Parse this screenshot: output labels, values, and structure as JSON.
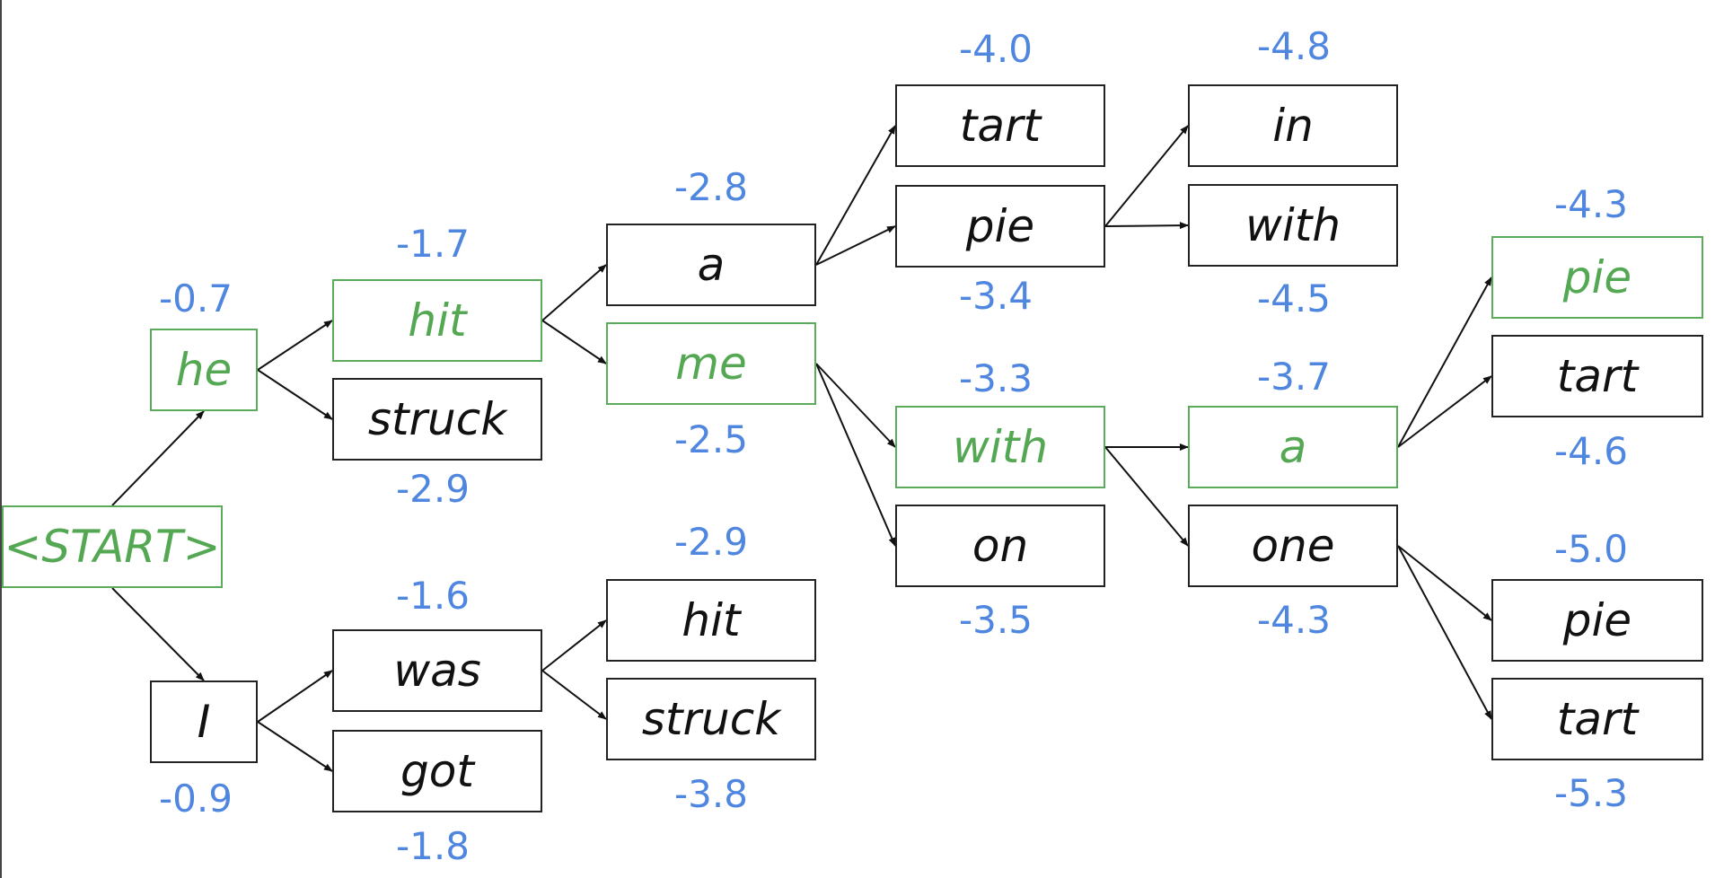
{
  "colors": {
    "highlight": "#55a853",
    "score": "#4f86e0",
    "default": "#111111"
  },
  "nodes": {
    "start": {
      "word": "<START>",
      "highlighted": true
    },
    "he": {
      "word": "he",
      "highlighted": true,
      "score": "-0.7"
    },
    "i": {
      "word": "I",
      "highlighted": false,
      "score": "-0.9"
    },
    "hit1": {
      "word": "hit",
      "highlighted": true,
      "score": "-1.7"
    },
    "struck1": {
      "word": "struck",
      "highlighted": false,
      "score": "-2.9"
    },
    "was": {
      "word": "was",
      "highlighted": false,
      "score": "-1.6"
    },
    "got": {
      "word": "got",
      "highlighted": false,
      "score": "-1.8"
    },
    "a1": {
      "word": "a",
      "highlighted": false,
      "score": "-2.8"
    },
    "me": {
      "word": "me",
      "highlighted": true,
      "score": "-2.5"
    },
    "hit2": {
      "word": "hit",
      "highlighted": false,
      "score": "-2.9"
    },
    "struck2": {
      "word": "struck",
      "highlighted": false,
      "score": "-3.8"
    },
    "tart1": {
      "word": "tart",
      "highlighted": false,
      "score": "-4.0"
    },
    "pie1": {
      "word": "pie",
      "highlighted": false,
      "score": "-3.4"
    },
    "with1": {
      "word": "with",
      "highlighted": true,
      "score": "-3.3"
    },
    "on": {
      "word": "on",
      "highlighted": false,
      "score": "-3.5"
    },
    "in": {
      "word": "in",
      "highlighted": false,
      "score": "-4.8"
    },
    "with2": {
      "word": "with",
      "highlighted": false,
      "score": "-4.5"
    },
    "a2": {
      "word": "a",
      "highlighted": true,
      "score": "-3.7"
    },
    "one": {
      "word": "one",
      "highlighted": false,
      "score": "-4.3"
    },
    "pie2": {
      "word": "pie",
      "highlighted": true,
      "score": "-4.3"
    },
    "tart2": {
      "word": "tart",
      "highlighted": false,
      "score": "-4.6"
    },
    "pie3": {
      "word": "pie",
      "highlighted": false,
      "score": "-5.0"
    },
    "tart3": {
      "word": "tart",
      "highlighted": false,
      "score": "-5.3"
    }
  },
  "edges": [
    [
      "start",
      "he"
    ],
    [
      "start",
      "i"
    ],
    [
      "he",
      "hit1"
    ],
    [
      "he",
      "struck1"
    ],
    [
      "i",
      "was"
    ],
    [
      "i",
      "got"
    ],
    [
      "hit1",
      "a1"
    ],
    [
      "hit1",
      "me"
    ],
    [
      "was",
      "hit2"
    ],
    [
      "was",
      "struck2"
    ],
    [
      "a1",
      "tart1"
    ],
    [
      "a1",
      "pie1"
    ],
    [
      "me",
      "with1"
    ],
    [
      "me",
      "on"
    ],
    [
      "pie1",
      "in"
    ],
    [
      "pie1",
      "with2"
    ],
    [
      "with1",
      "a2"
    ],
    [
      "with1",
      "one"
    ],
    [
      "a2",
      "pie2"
    ],
    [
      "a2",
      "tart2"
    ],
    [
      "one",
      "pie3"
    ],
    [
      "one",
      "tart3"
    ]
  ]
}
